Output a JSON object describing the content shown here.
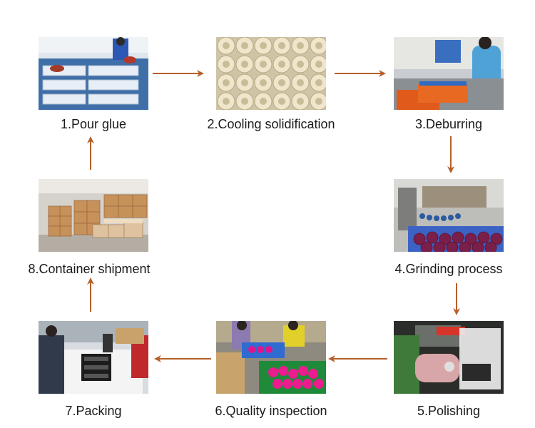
{
  "steps": [
    {
      "label": "1.Pour glue",
      "icon": "pour-glue-photo"
    },
    {
      "label": "2.Cooling solidification",
      "icon": "cooling-molds-photo"
    },
    {
      "label": "3.Deburring",
      "icon": "deburring-photo"
    },
    {
      "label": "4.Grinding process",
      "icon": "grinding-machine-photo"
    },
    {
      "label": "5.Polishing",
      "icon": "polishing-photo"
    },
    {
      "label": "6.Quality inspection",
      "icon": "quality-inspection-photo"
    },
    {
      "label": "7.Packing",
      "icon": "packing-photo"
    },
    {
      "label": "8.Container shipment",
      "icon": "container-shipment-photo"
    }
  ],
  "colors": {
    "arrow": "#b5602a",
    "label": "#1a1a1a",
    "background": "#ffffff"
  }
}
